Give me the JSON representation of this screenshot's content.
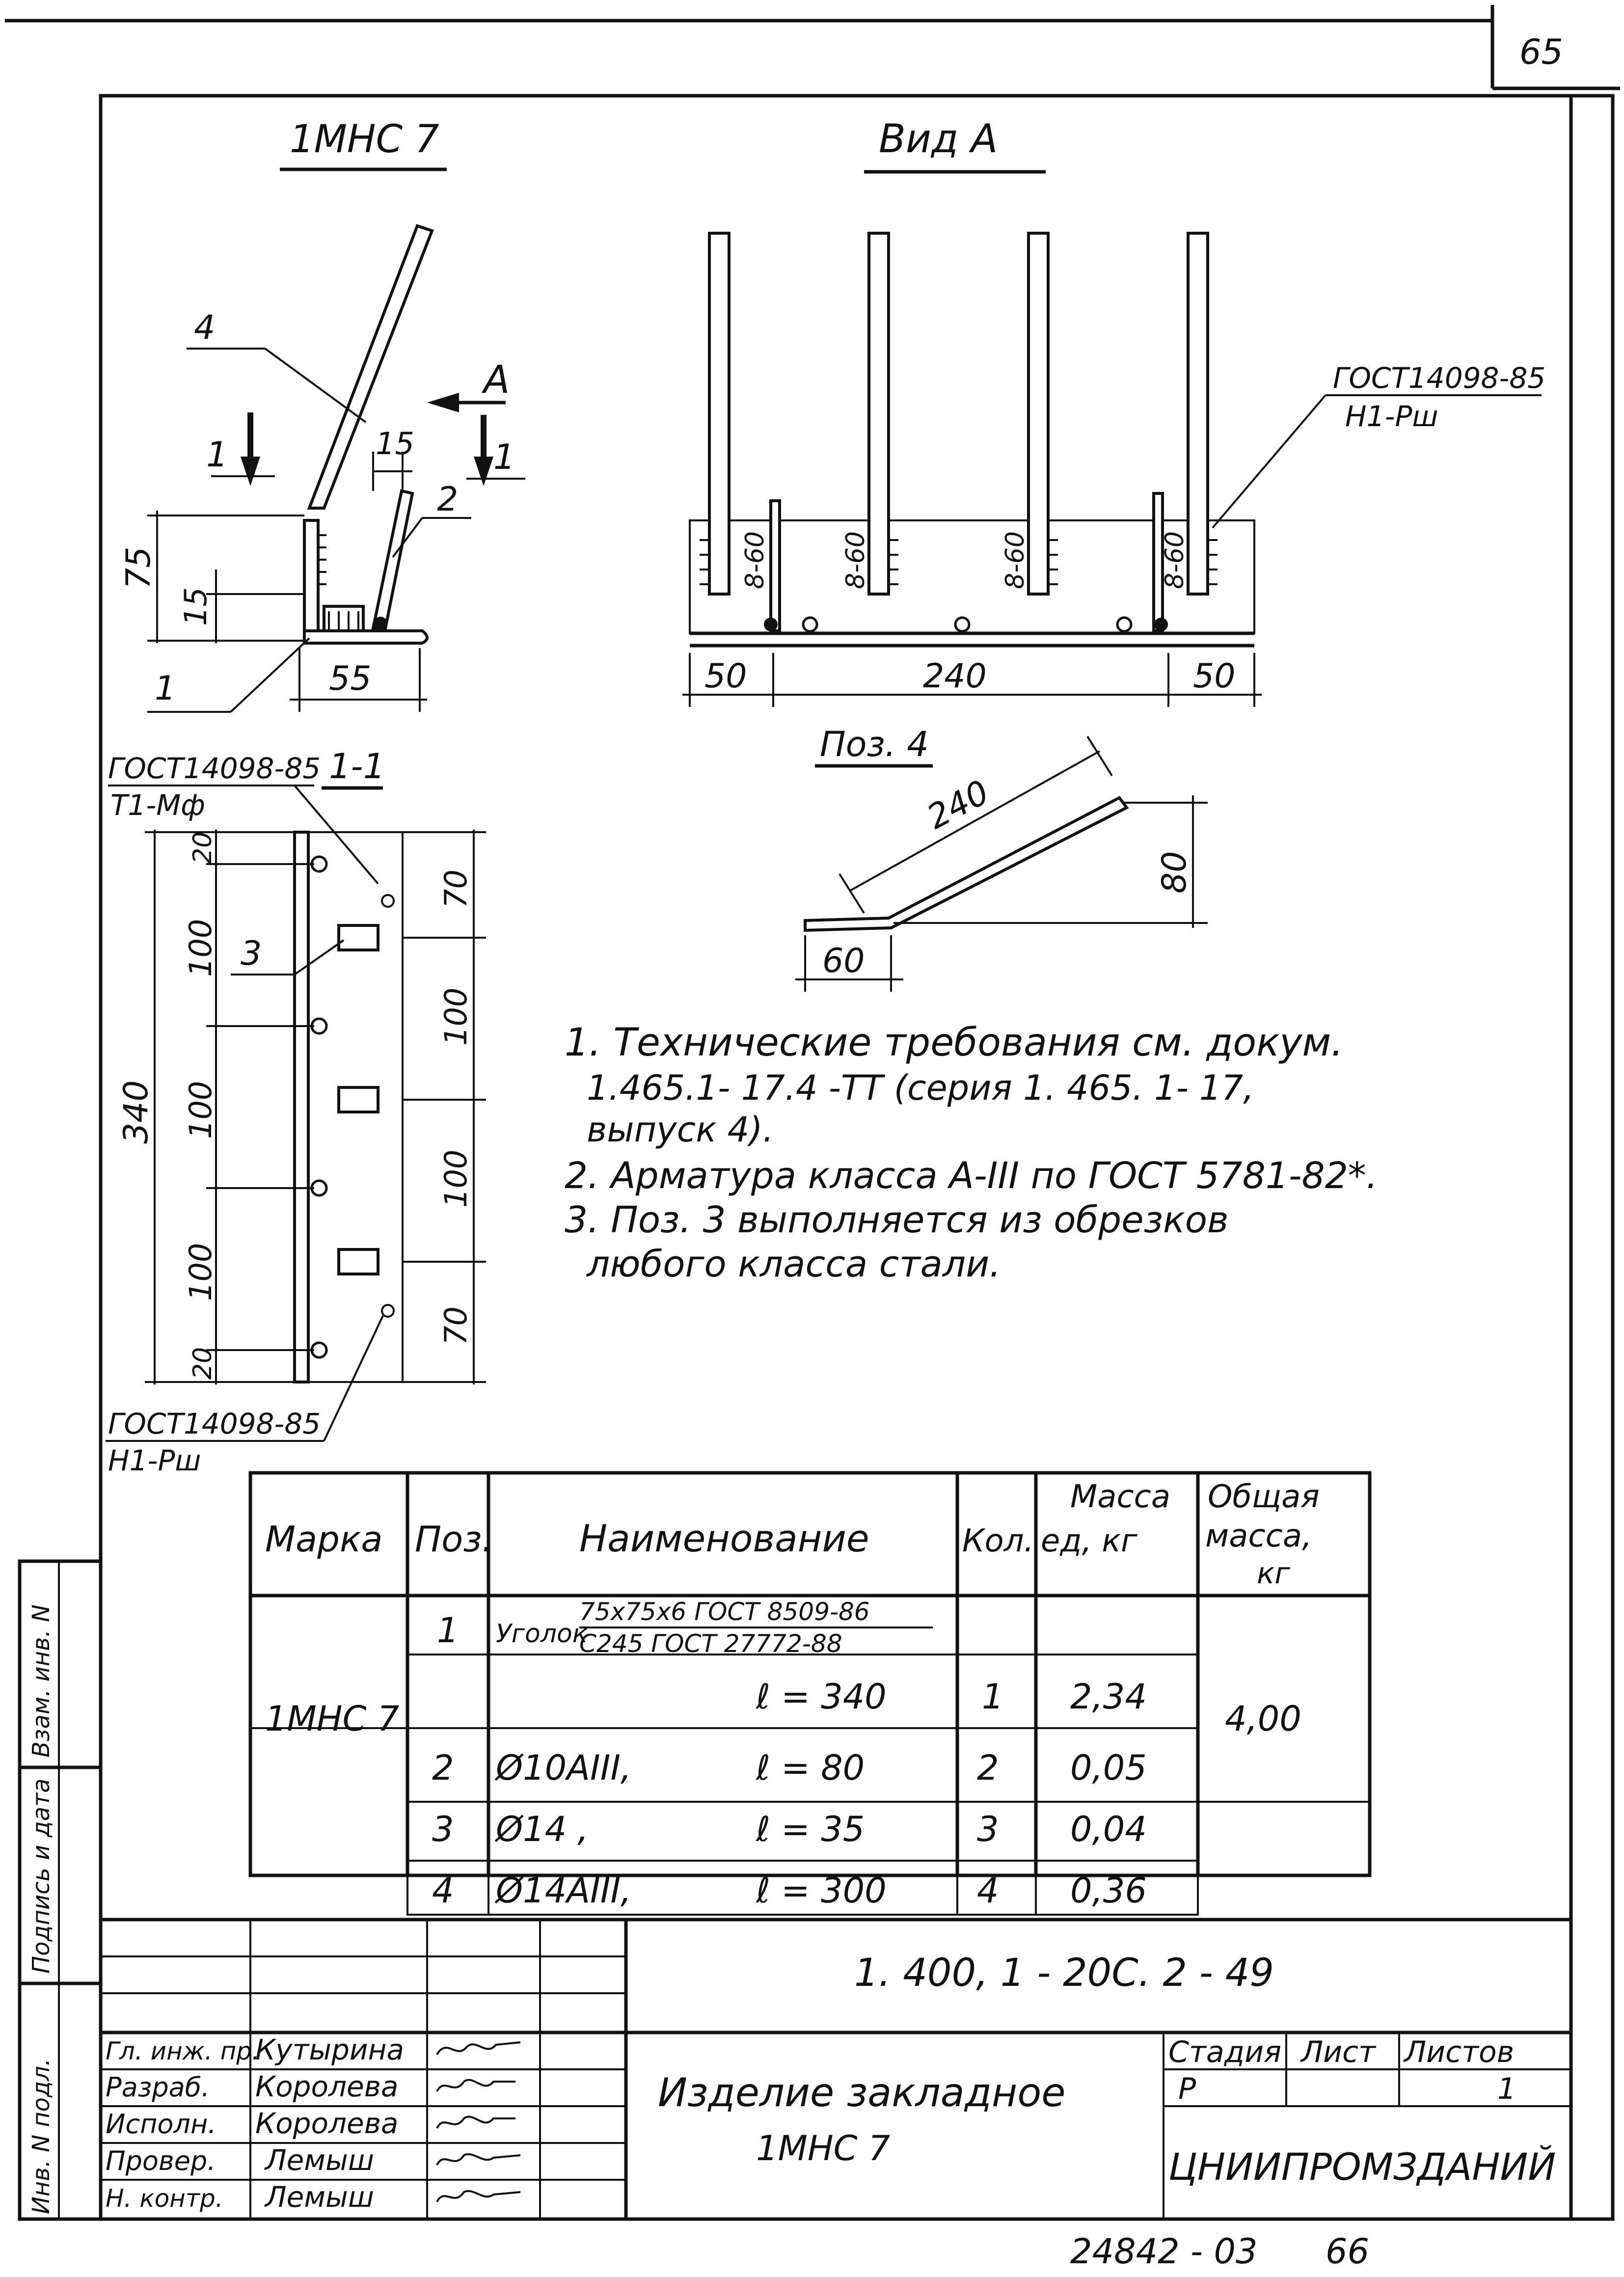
{
  "sheet": {
    "page_number": "65",
    "footer_code": "24842 - 03",
    "footer_num": "66"
  },
  "side_margin": {
    "inv_original": "Инв. N подл.",
    "sign_date": "Подпись и дата",
    "replace_inv": "Взам. инв. N"
  },
  "view_left": {
    "title": "1МНС 7",
    "label_4": "4",
    "label_A": "А",
    "section_left": "1",
    "section_right": "1",
    "dim_15_top": "15",
    "label_2": "2",
    "dim_75": "75",
    "dim_15": "15",
    "label_1": "1",
    "dim_55": "55"
  },
  "view_a": {
    "title": "Вид А",
    "weld_note_line1": "ГОСТ14098-85",
    "weld_note_line2": "Н1-Рш",
    "weld_marks": [
      "8-60",
      "8-60",
      "8-60",
      "8-60"
    ],
    "dim_left": "50",
    "dim_mid": "240",
    "dim_right": "50"
  },
  "section_1_1": {
    "title": "1-1",
    "weld_top_line1": "ГОСТ14098-85",
    "weld_top_line2": "Т1-Мф",
    "dim_total": "340",
    "left_dims": [
      "20",
      "100",
      "100",
      "100",
      "20"
    ],
    "right_dims": [
      "70",
      "100",
      "100",
      "70"
    ],
    "label_3": "3",
    "weld_bottom_line1": "ГОСТ14098-85",
    "weld_bottom_line2": "Н1-Рш"
  },
  "pos4": {
    "title": "Поз. 4",
    "dim_240": "240",
    "dim_80": "80",
    "dim_60": "60"
  },
  "notes": [
    "1. Технические требования см. докум.",
    "1.465.1- 17.4 -ТТ (серия 1. 465. 1- 17,",
    "выпуск 4).",
    "2. Арматура класса А-III по ГОСТ 5781-82*.",
    "3. Поз. 3 выполняется из обрезков",
    "любого класса стали."
  ],
  "spec_table": {
    "headers": {
      "mark": "Марка",
      "pos": "Поз.",
      "name": "Наименование",
      "qty": "Кол.",
      "mass_unit_1": "Масса",
      "mass_unit_2": "ед, кг",
      "total_1": "Общая",
      "total_2": "масса,",
      "total_3": "кг"
    },
    "mark": "1МНС 7",
    "total_mass": "4,00",
    "row1": {
      "pos": "1",
      "name_prefix": "Уголок",
      "name_top": "75х75х6 ГОСТ 8509-86",
      "name_bottom": "С245 ГОСТ 27772-88",
      "length": "ℓ = 340",
      "qty": "1",
      "mass": "2,34"
    },
    "row2": {
      "pos": "2",
      "name": "Ø10АIII,",
      "length": "ℓ = 80",
      "qty": "2",
      "mass": "0,05"
    },
    "row3": {
      "pos": "3",
      "name": "Ø14 ,",
      "length": "ℓ = 35",
      "qty": "3",
      "mass": "0,04"
    },
    "row4": {
      "pos": "4",
      "name": "Ø14АIII,",
      "length": "ℓ = 300",
      "qty": "4",
      "mass": "0,36"
    }
  },
  "title_block": {
    "doc_code": "1. 400, 1 - 20С. 2 - 49",
    "product_title_1": "Изделие закладное",
    "product_title_2": "1МНС 7",
    "stage_label": "Стадия",
    "sheet_label": "Лист",
    "sheets_label": "Листов",
    "stage": "Р",
    "sheets": "1",
    "org": "ЦНИИПРОМЗДАНИЙ",
    "roles": [
      "Гл. инж. пр.",
      "Разраб.",
      "Исполн.",
      "Провер.",
      "Н. контр."
    ],
    "names": [
      "Кутырина",
      "Королева",
      "Королева",
      "Лемыш",
      "Лемыш"
    ]
  }
}
